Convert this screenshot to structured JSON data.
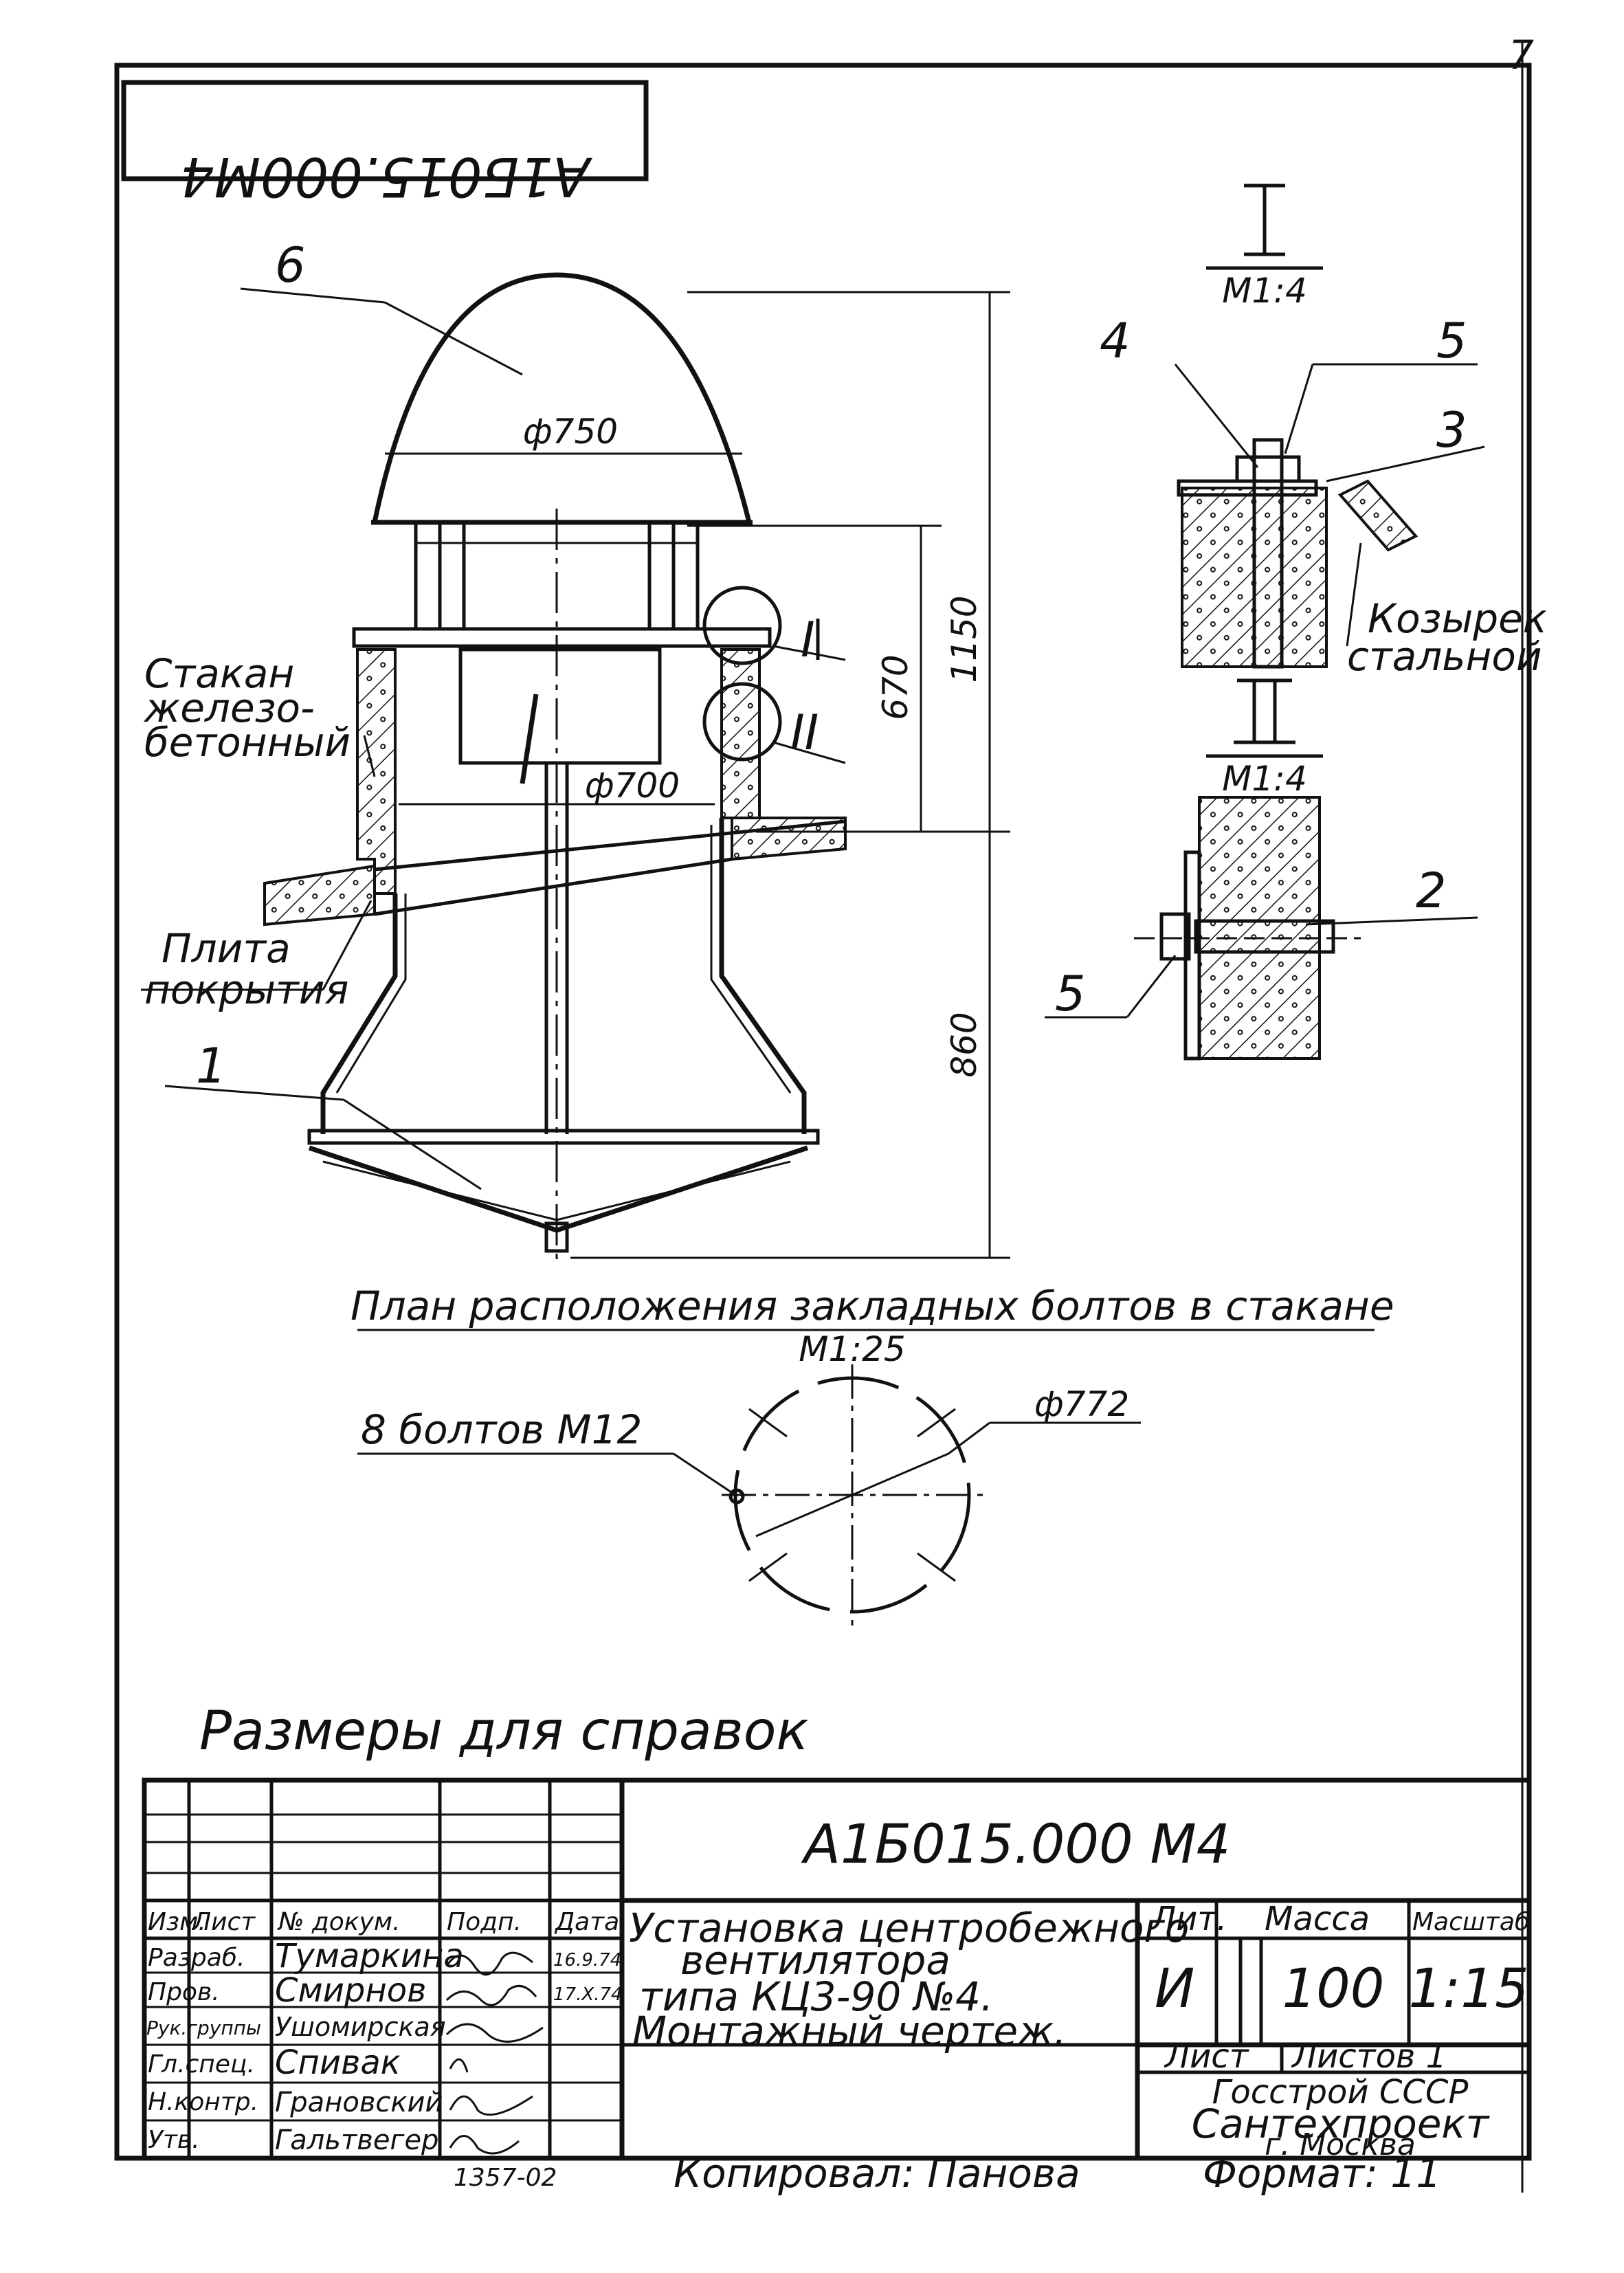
{
  "drawing_number_top": "А1Б015.000М4",
  "drawing_number_main": "А1Б015.000 М4",
  "sheet_no": "7",
  "callouts": {
    "n1": "1",
    "n2": "2",
    "n3": "3",
    "n4": "4",
    "n5a": "5",
    "n5b": "5",
    "n6": "6"
  },
  "labels": {
    "stakan_1": "Стакан",
    "stakan_2": "железо-",
    "stakan_3": "бетонный",
    "plita_1": "Плита",
    "plita_2": "покрытия",
    "kozyrek_1": "Козырек",
    "kozyrek_2": "стальной"
  },
  "dimensions": {
    "d750": "ф750",
    "d700": "ф700",
    "d772": "ф772",
    "h670": "670",
    "h1150": "1150",
    "h860": "860"
  },
  "sections": {
    "sec1_mark": "I",
    "sec1_scale": "М1:4",
    "sec2_mark": "II",
    "sec2_scale": "М1:4"
  },
  "plan": {
    "title": "План расположения закладных болтов в стакане",
    "scale": "М1:25",
    "bolts": "8 болтов М12"
  },
  "note": "Размеры для справок",
  "title_block": {
    "headers": [
      "Изм.",
      "Лист",
      "№ докум.",
      "Подп.",
      "Дата"
    ],
    "rows": [
      {
        "role": "Разраб.",
        "name": "Тумаркина",
        "date": "16.9.74"
      },
      {
        "role": "Пров.",
        "name": "Смирнов",
        "date": "17.X.74"
      },
      {
        "role": "Рук.группы",
        "name": "Ушомирская",
        "date": ""
      },
      {
        "role": "Гл.спец.",
        "name": "Спивак",
        "date": ""
      },
      {
        "role": "Н.контр.",
        "name": "Грановский",
        "date": ""
      },
      {
        "role": "Утв.",
        "name": "Гальтвегер",
        "date": ""
      }
    ],
    "title_line1": "Установка центробежного",
    "title_line2": "вентилятора",
    "title_line3": "типа КЦ3-90 №4.",
    "title_line4": "Монтажный чертеж.",
    "lit_header": "Лит.",
    "mass_header": "Масса",
    "scale_header": "Масштаб",
    "lit_value": "И",
    "mass_value": "100",
    "scale_value": "1:15",
    "sheet_label": "Лист",
    "sheets_label": "Листов 1",
    "org_1": "Госстрой СССР",
    "org_2": "Сантехпроект",
    "org_3": "г. Москва"
  },
  "footer": {
    "order": "1357-02",
    "copied": "Копировал: Панова",
    "format": "Формат: 11"
  }
}
